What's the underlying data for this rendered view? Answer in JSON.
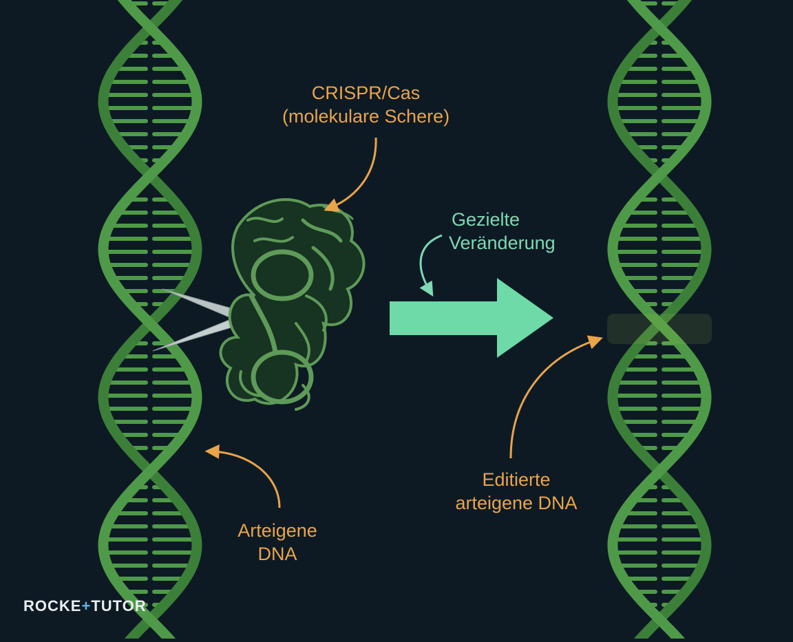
{
  "labels": {
    "crispr": {
      "line1": "CRISPR/Cas",
      "line2": "(molekulare Schere)"
    },
    "change": {
      "line1": "Gezielte",
      "line2": "Veränderung"
    },
    "original_dna": {
      "line1": "Arteigene",
      "line2": "DNA"
    },
    "edited_dna": {
      "line1": "Editierte",
      "line2": "arteigene DNA"
    }
  },
  "logo": {
    "part1": "ROCKE",
    "plus": "+",
    "part2": "TUTOR"
  },
  "icons": {
    "left_helix": "dna-double-helix-icon",
    "right_helix": "dna-double-helix-icon",
    "scissors": "scissors-icon",
    "protein": "cas-protein-icon",
    "arrow": "right-arrow-icon"
  },
  "colors": {
    "background": "#0d1a24",
    "helix": "#4f9a48",
    "helix_highlight": "#b7d84a",
    "label_orange": "#eaa44a",
    "label_teal": "#7fd9b4",
    "arrow": "#6ddaa8"
  }
}
